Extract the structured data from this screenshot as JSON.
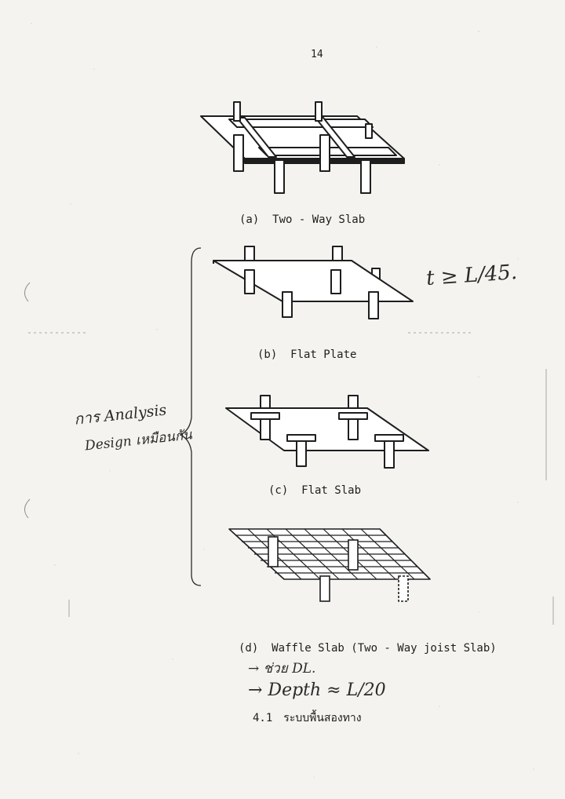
{
  "page": {
    "number": "14"
  },
  "figures": [
    {
      "id": "a",
      "caption": "(a)  Two - Way Slab"
    },
    {
      "id": "b",
      "caption": "(b)  Flat Plate"
    },
    {
      "id": "c",
      "caption": "(c)  Flat Slab"
    },
    {
      "id": "d",
      "caption": "(d)  Waffle Slab (Two - Way joist Slab)"
    }
  ],
  "section": {
    "number": "4.1",
    "title": "ระบบพื้นสองทาง"
  },
  "handwritten_notes": {
    "thickness_formula": "t ≥ L/45.",
    "side_note_line1": "การ Analysis",
    "side_note_line2": "Design เหมือนกัน",
    "waffle_note_line1": "→ ช่วย DL.",
    "waffle_note_line2": "→ Depth ≈ L/20"
  },
  "colors": {
    "paper": "#f4f3ef",
    "ink": "#1e1e1e",
    "pen": "#2a2a2a"
  }
}
